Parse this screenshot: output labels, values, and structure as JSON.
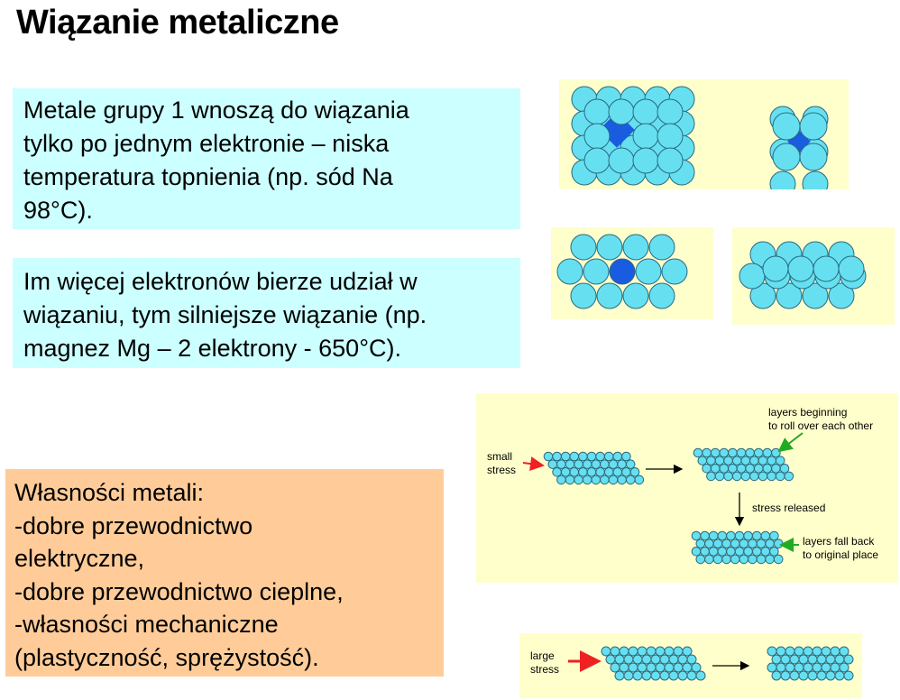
{
  "title": "Wiązanie metaliczne",
  "box1": {
    "lines": [
      "Metale grupy 1 wnoszą do wiązania",
      "tylko po jednym elektronie – niska",
      "temperatura topnienia (np. sód Na",
      "98°C)."
    ]
  },
  "box2": {
    "lines": [
      "Im więcej elektronów bierze udział w",
      "wiązaniu, tym silniejsze wiązanie (np.",
      "magnez Mg – 2 elektrony - 650°C)."
    ]
  },
  "box3": {
    "lines": [
      "Własności metali:",
      "-dobre przewodnictwo",
      "elektryczne,",
      "-dobre przewodnictwo cieplne,",
      "-własności mechaniczne",
      "(plastyczność, sprężystość)."
    ]
  },
  "stress_diagram": {
    "small_stress": [
      "small",
      "stress"
    ],
    "rolling_note": [
      "layers beginning",
      "to roll over each other"
    ],
    "released": "stress released",
    "fall_back_note": [
      "layers fall back",
      "to original place"
    ]
  },
  "large_stress_diagram": {
    "large_stress": [
      "large",
      "stress"
    ]
  },
  "colors": {
    "sphere": "#66e0f0",
    "central_atom": "#1a5ce0",
    "cyan_box": "#ccffff",
    "orange_box": "#ffcc99",
    "panel": "#ffffcc",
    "red_arrow": "#ee2222",
    "green_arrow": "#22aa22"
  }
}
